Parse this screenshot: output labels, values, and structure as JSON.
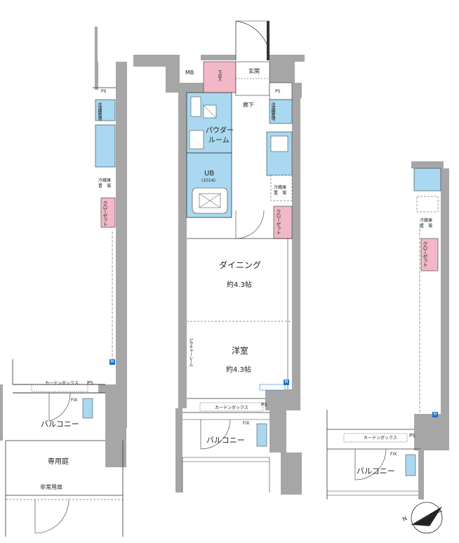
{
  "labels": {
    "mb": "MB",
    "genkan": "玄関",
    "getabako": "下足入",
    "ps": "PS",
    "rouka": "廊下",
    "powder_room_1": "パウダー",
    "powder_room_2": "ルーム",
    "ub": "UB",
    "ub_size": "(1014)",
    "washer": "洗濯機置場",
    "fridge_1": "冷蔵庫",
    "fridge_2": "置　場",
    "closet": "クローゼット",
    "dining": "ダイニング",
    "dining_size": "約4.3帖",
    "youshitsu": "洋室",
    "youshitsu_size": "約4.3帖",
    "picture_rail": "ピクチャーレール",
    "curtain_box": "カーテンボックス",
    "fix": "FIX",
    "balcony": "バルコニー",
    "private_garden": "専用庭",
    "emergency_door": "非常用扉",
    "m_badge": "M",
    "north": "N"
  },
  "colors": {
    "wall": "#a6a6a6",
    "wet_area": "#a9d8f0",
    "storage": "#f2b8c8",
    "equipment_blue": "#2b7fd8",
    "line": "#333333"
  }
}
